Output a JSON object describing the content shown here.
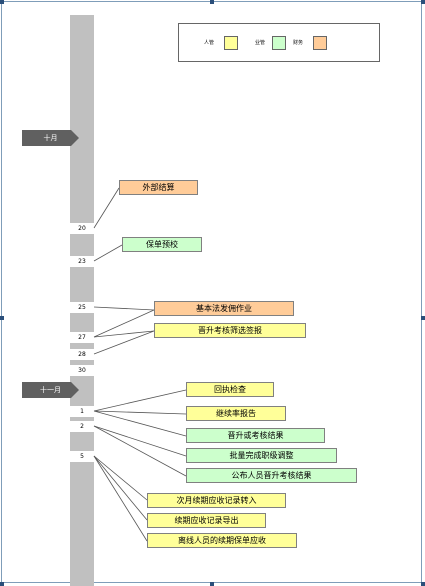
{
  "legend": {
    "items": [
      {
        "label": "人管",
        "color": "#ffff99"
      },
      {
        "label": "业管",
        "color": "#ccffcc"
      },
      {
        "label": "财务",
        "color": "#ffcc99"
      }
    ]
  },
  "months": {
    "oct": "十月",
    "nov": "十一月"
  },
  "days": {
    "d20": "20",
    "d23": "23",
    "d25": "25",
    "d27": "27",
    "d28": "28",
    "d30": "30",
    "d1": "1",
    "d2": "2",
    "d5": "5"
  },
  "tasks": {
    "t1": "外部结算",
    "t2": "保单预校",
    "t3": "基本法发佣作业",
    "t4": "晋升考核筛选签报",
    "t5": "回执检查",
    "t6": "继续率报告",
    "t7": "晋升或考核结果",
    "t8": "批量完成职级调整",
    "t9": "公布人员晋升考核结果",
    "t10": "次月续期应收记录转入",
    "t11": "续期应收记录导出",
    "t12": "离线人员的续期保单应收"
  }
}
